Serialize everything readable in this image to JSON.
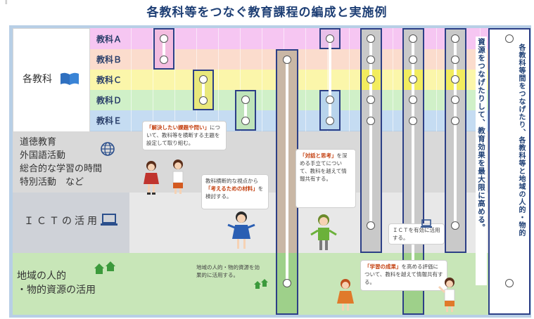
{
  "title": "各教科等をつなぐ教育課程の編成と実施例",
  "header_corner": "T",
  "subjects": {
    "label": "各教科",
    "icon": "book-icon",
    "rows": [
      {
        "label": "教科Ａ",
        "color": "#f6c6f2"
      },
      {
        "label": "教科Ｂ",
        "color": "#fbdccd"
      },
      {
        "label": "教科Ｃ",
        "color": "#fbf6aa"
      },
      {
        "label": "教科Ｄ",
        "color": "#d0f0c8"
      },
      {
        "label": "教科Ｅ",
        "color": "#c5dcf2"
      }
    ]
  },
  "sections": {
    "moral": {
      "lines": [
        "道徳教育",
        "外国語活動",
        "総合的な学習の時間",
        "特別活動　など"
      ],
      "icon": "globe-icon"
    },
    "ict": {
      "label": "ＩＣＴの活用",
      "icon": "laptop-icon"
    },
    "community": {
      "lines": [
        "地域の人的",
        "・物的資源の活用"
      ],
      "icon": "houses-icon"
    }
  },
  "callouts": {
    "c1": {
      "highlight": "「解決したい課題や問い」",
      "text": "について、教科等を横断する主題を設定して取り組む。"
    },
    "c2": {
      "pre": "教科横断的な視点から",
      "highlight": "「考えるための材料」",
      "text": "を検討する。"
    },
    "c3": {
      "highlight": "「対話と思考」",
      "text": "を深める手立てについて、教科を越えて情報共有する。"
    },
    "c4": {
      "text": "ＩＣＴを有効に活用する。"
    },
    "c5": {
      "text": "地域の人的・物的資源を効果的に活用する。"
    },
    "c6": {
      "highlight": "「学習の成果」",
      "text": "を高める評価について、教科を越えて情報共有する。"
    }
  },
  "right_text": {
    "col1": "各教科等間をつなげたり、各教科等と地域の人的・物的",
    "col2": "資源をつなげたりして、教育効果を最大限に高める。"
  },
  "colors": {
    "outer": "#b8cfe6",
    "moral_band": "#d9d9d9",
    "ict_band": "#e8e8e8",
    "community_band": "#c8e6b8",
    "frame": "#2c3f86",
    "title": "#1e3f75",
    "highlight": "#c44010"
  }
}
